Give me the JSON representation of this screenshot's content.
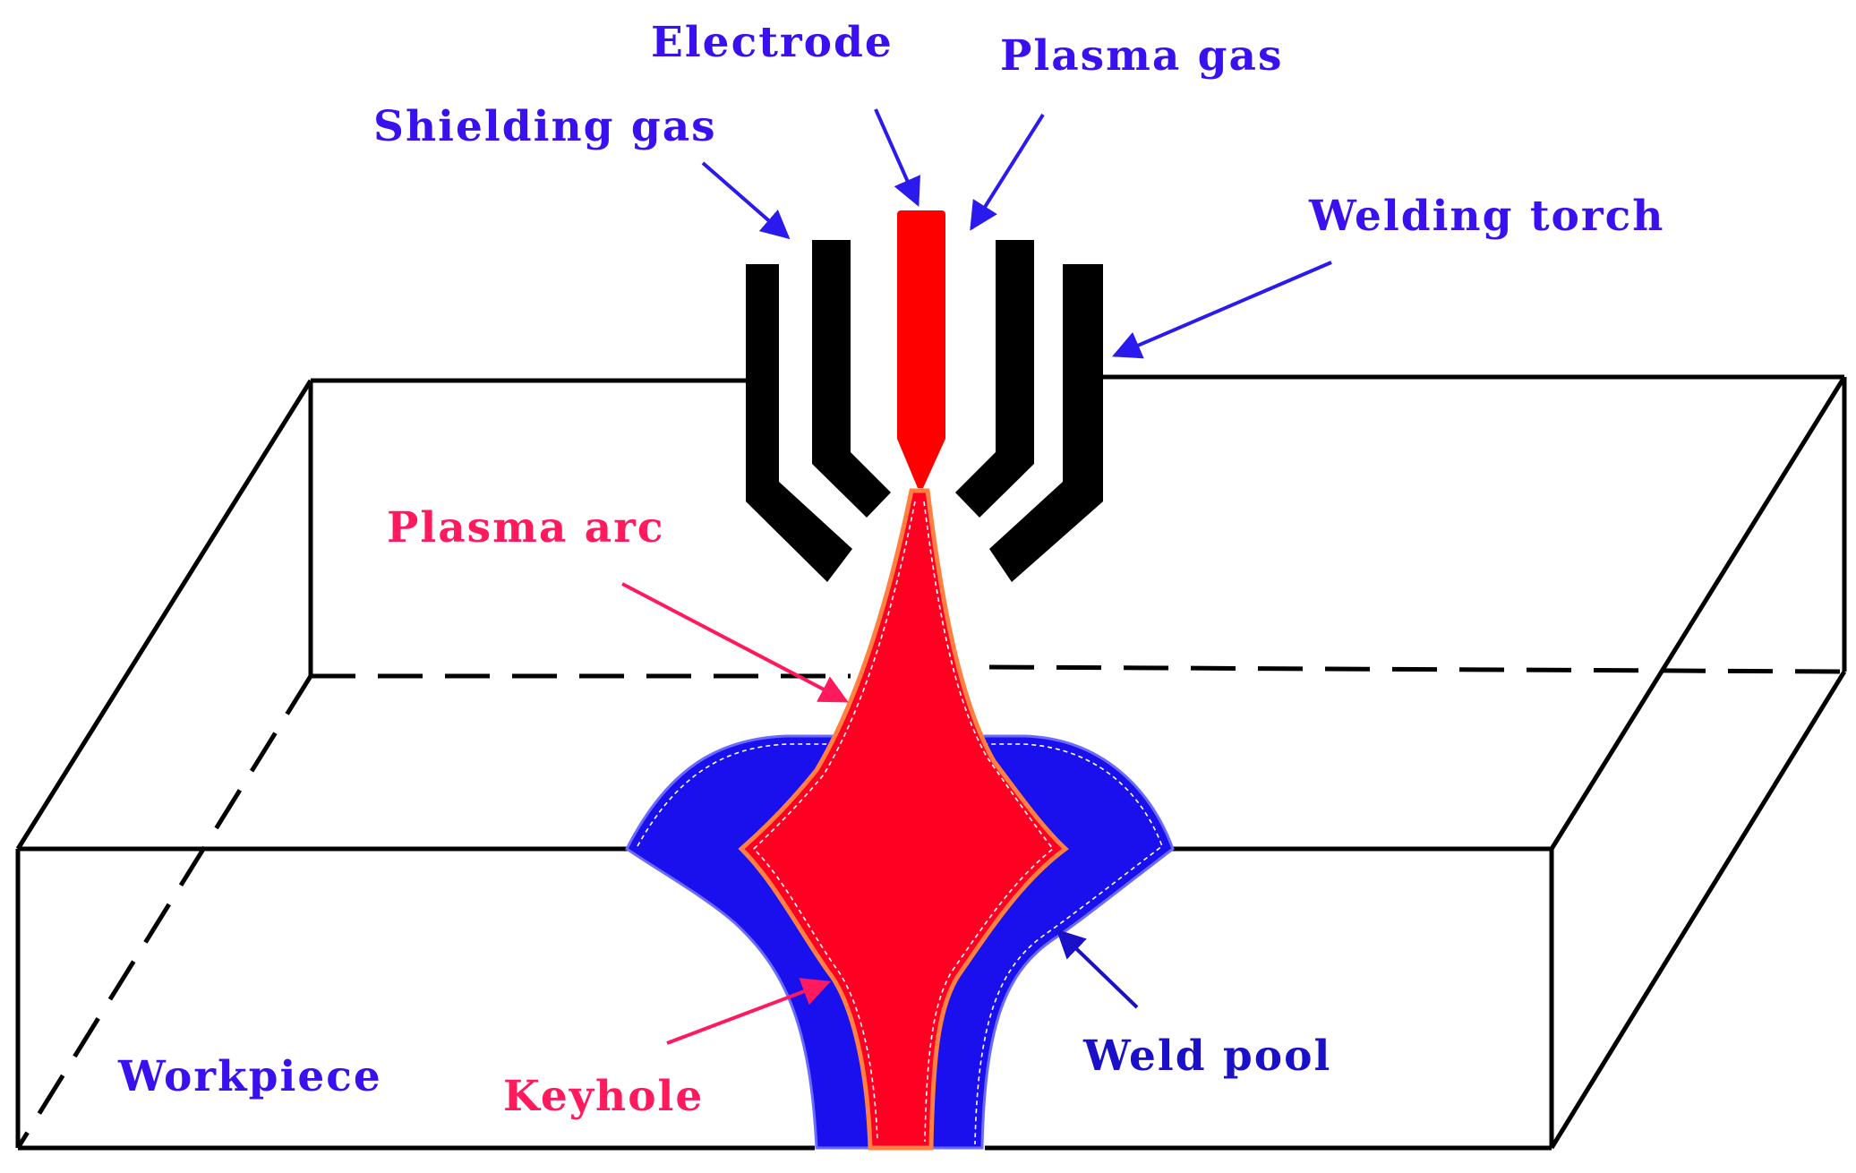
{
  "labels": {
    "electrode": "Electrode",
    "plasma_gas": "Plasma gas",
    "shielding_gas": "Shielding gas",
    "welding_torch": "Welding torch",
    "plasma_arc": "Plasma arc",
    "weld_pool": "Weld pool",
    "workpiece": "Workpiece",
    "keyhole": "Keyhole"
  },
  "colors": {
    "electrode": "#ff0000",
    "arc_keyhole": "#ff0022",
    "arc_outline": "#ff8040",
    "weld_pool": "#1a10ee",
    "torch": "#000000",
    "outline": "#000000",
    "blue_label": "#3a10ee",
    "navy_label": "#1a10c8",
    "pink_label": "#ff1a5e"
  }
}
